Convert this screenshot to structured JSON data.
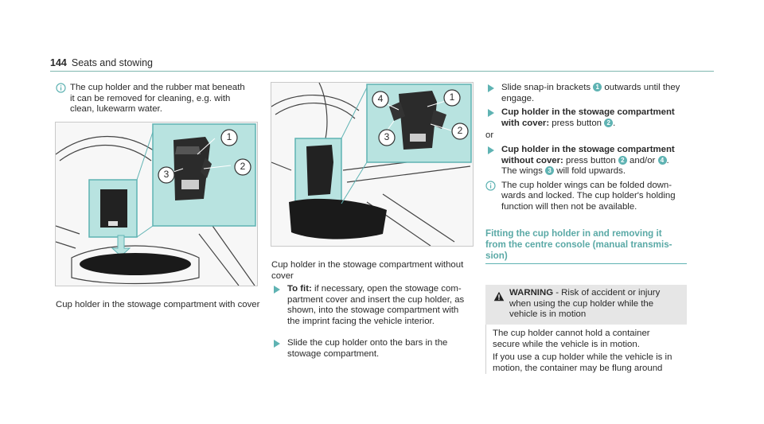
{
  "header": {
    "page_number": "144",
    "section": "Seats and stowing"
  },
  "col1": {
    "note": [
      "The cup holder and the rubber mat beneath",
      "it can be removed for cleaning, e.g. with",
      "clean, lukewarm water."
    ],
    "caption": "Cup holder in the stowage compartment with cover"
  },
  "col2": {
    "caption": [
      "Cup holder in the stowage compartment without",
      "cover"
    ],
    "step1_bold": "To fit:",
    "step1_text": [
      " if necessary, open the stowage com-",
      "partment cover and insert the cup holder, as",
      "shown, into the stowage compartment with",
      "the imprint facing the vehicle interior."
    ],
    "step2": [
      "Slide the cup holder onto the bars in the",
      "stowage compartment."
    ]
  },
  "col3": {
    "step3_a": "Slide snap-in brackets ",
    "step3_b": " outwards until they",
    "step3_c": "engage.",
    "step4_bold1": "Cup holder in the stowage compartment",
    "step4_bold2": "with cover:",
    "step4_text": " press button ",
    "or_text": "or",
    "step5_bold1": "Cup holder in the stowage compartment",
    "step5_bold2": "without cover:",
    "step5_text": " press button ",
    "step5_and": " and/or ",
    "step5_line2a": "The wings ",
    "step5_line2b": " will fold upwards.",
    "note": [
      "The cup holder wings can be folded down-",
      "wards and locked. The cup holder's holding",
      "function will then not be available."
    ],
    "heading": [
      "Fitting the cup holder in and removing it",
      "from the centre console (manual transmis-",
      "sion)"
    ],
    "warning_label": "WARNING",
    "warning_title": [
      " - Risk of accident or injury",
      "when using the cup holder while the",
      "vehicle is in motion"
    ],
    "warning_body": [
      "The cup holder cannot hold a container",
      "secure while the vehicle is in motion.",
      "If you use a cup holder while the vehicle is in",
      "motion, the container may be flung around"
    ]
  },
  "markers": {
    "m1": "1",
    "m2": "2",
    "m3": "3",
    "m4": "4"
  },
  "colors": {
    "accent": "#5fb3b3",
    "heading": "#5aa9a6",
    "highlight": "#b8e3e0"
  }
}
